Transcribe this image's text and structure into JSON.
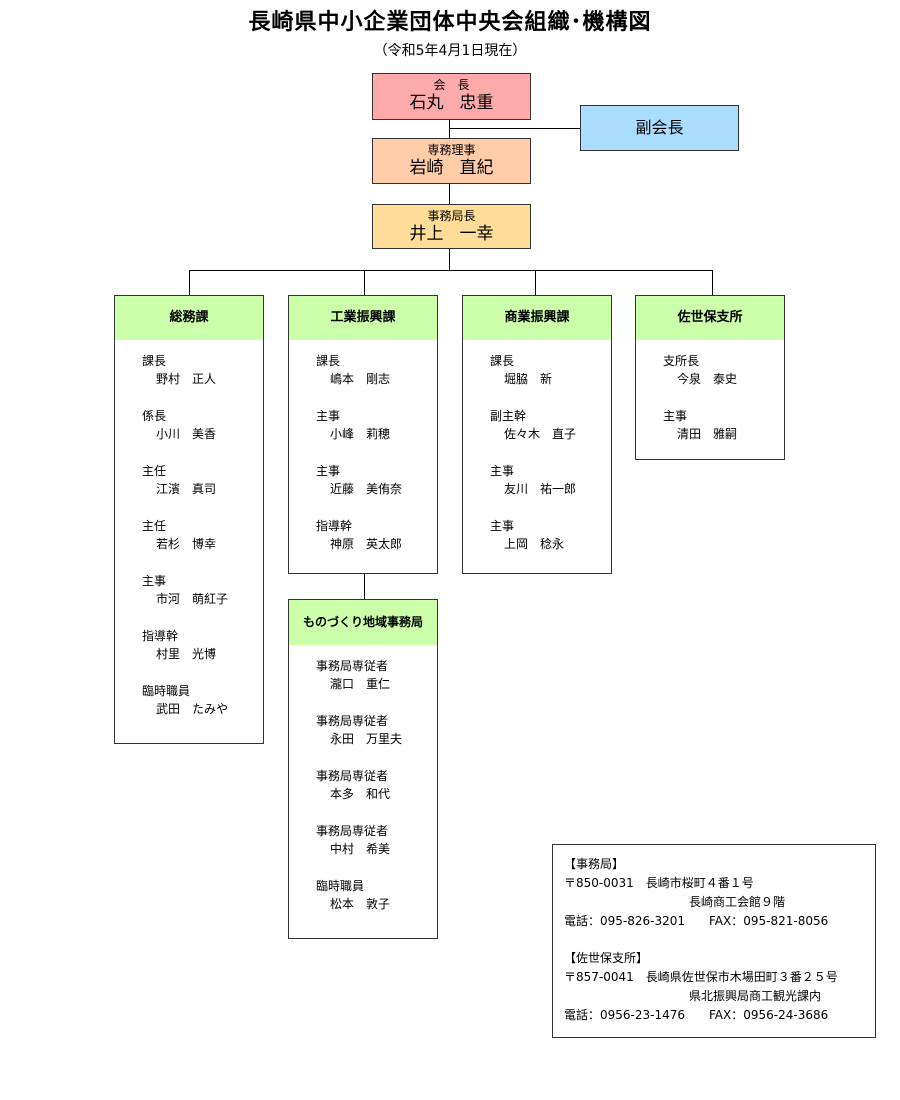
{
  "title": "長崎県中小企業団体中央会組織･機構図",
  "date": "（令和5年4月1日現在）",
  "executives": {
    "president": {
      "role": "会　長",
      "surname": "石丸",
      "given": "忠重",
      "color": "#ffaaaa"
    },
    "vice_president": {
      "role": "副会長",
      "color": "#aaddff"
    },
    "managing_director": {
      "role": "専務理事",
      "surname": "岩崎",
      "given": "直紀",
      "color": "#ffccaa"
    },
    "secretary_general": {
      "role": "事務局長",
      "surname": "井上",
      "given": "一幸",
      "color": "#ffdd99"
    }
  },
  "departments": [
    {
      "name": "総務課",
      "members": [
        {
          "role": "課長",
          "name": "野村　正人"
        },
        {
          "role": "係長",
          "name": "小川　美香"
        },
        {
          "role": "主任",
          "name": "江濱　真司"
        },
        {
          "role": "主任",
          "name": "若杉　博幸"
        },
        {
          "role": "主事",
          "name": "市河　萌紅子"
        },
        {
          "role": "指導幹",
          "name": "村里　光博"
        },
        {
          "role": "臨時職員",
          "name": "武田　たみや"
        }
      ]
    },
    {
      "name": "工業振興課",
      "members": [
        {
          "role": "課長",
          "name": "嶋本　剛志"
        },
        {
          "role": "主事",
          "name": "小峰　莉穂"
        },
        {
          "role": "主事",
          "name": "近藤　美侑奈"
        },
        {
          "role": "指導幹",
          "name": "神原　英太郎"
        }
      ]
    },
    {
      "name": "商業振興課",
      "members": [
        {
          "role": "課長",
          "name": "堀脇　新"
        },
        {
          "role": "副主幹",
          "name": "佐々木　直子"
        },
        {
          "role": "主事",
          "name": "友川　祐一郎"
        },
        {
          "role": "主事",
          "name": "上岡　稔永"
        }
      ]
    },
    {
      "name": "佐世保支所",
      "members": [
        {
          "role": "支所長",
          "name": "今泉　泰史"
        },
        {
          "role": "主事",
          "name": "清田　雅嗣"
        }
      ]
    }
  ],
  "sub_office": {
    "name": "ものづくり地域事務局",
    "members": [
      {
        "role": "事務局専従者",
        "name": "瀧口　重仁"
      },
      {
        "role": "事務局専従者",
        "name": "永田　万里夫"
      },
      {
        "role": "事務局専従者",
        "name": "本多　和代"
      },
      {
        "role": "事務局専従者",
        "name": "中村　希美"
      },
      {
        "role": "臨時職員",
        "name": "松本　敦子"
      }
    ]
  },
  "contact": {
    "main": {
      "heading": "【事務局】",
      "postal": "〒850-0031　長崎市桜町４番１号",
      "building": "長崎商工会館９階",
      "phone_fax": "電話：095-826-3201　　FAX：095-821-8056"
    },
    "sasebo": {
      "heading": "【佐世保支所】",
      "postal": "〒857-0041　長崎県佐世保市木場田町３番２５号",
      "building": "県北振興局商工観光課内",
      "phone_fax": "電話：0956-23-1476　　FAX：0956-24-3686"
    }
  },
  "colors": {
    "dept_header": "#ccffaa",
    "line": "#000000",
    "border": "#333333"
  }
}
